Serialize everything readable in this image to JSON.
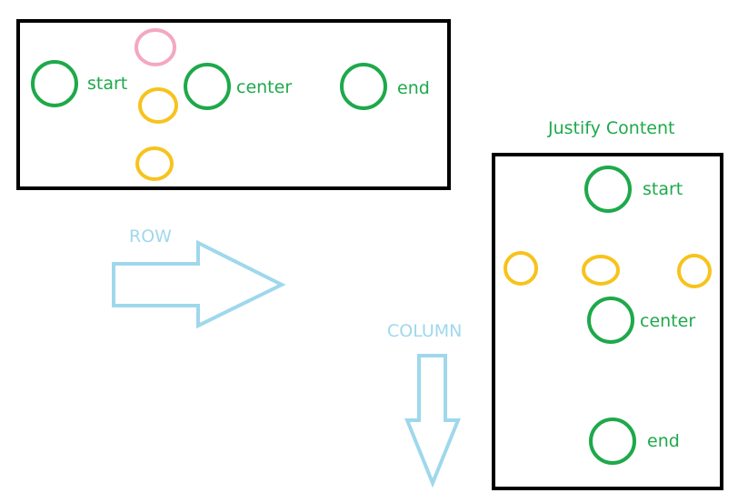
{
  "colors": {
    "green": "#1ea94a",
    "pink": "#f4a8c0",
    "yellow": "#f7c31c",
    "blue": "#9fd8ec",
    "frame": "#000000"
  },
  "labels": {
    "row_box": {
      "start": "start",
      "center": "center",
      "end": "end"
    },
    "column_box": {
      "start": "start",
      "center": "center",
      "end": "end"
    },
    "row_arrow": "ROW",
    "column_arrow": "COLUMN",
    "justify_content": "Justify Content"
  },
  "icons": {
    "row_arrow": "arrow-right-icon",
    "column_arrow": "arrow-down-icon"
  }
}
